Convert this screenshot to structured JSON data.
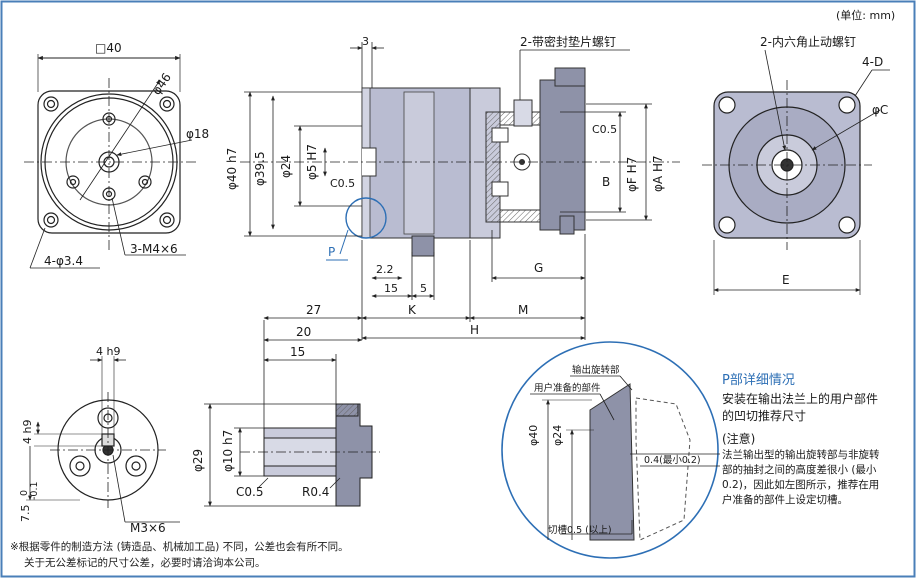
{
  "unit_label": "(单位: mm)",
  "front_view": {
    "square_label": "□40",
    "dia_46": "φ46",
    "dia_18": "φ18",
    "holes_label": "4-φ3.4",
    "thread_label": "3-M4×6"
  },
  "side_view": {
    "dim_3": "3",
    "screw_label": "2-带密封垫片螺钉",
    "dia_40h7": "φ40 h7",
    "dia_39_5": "φ39.5",
    "dia_24": "φ24",
    "dia_5h7": "φ5 H7",
    "c05_inner": "C0.5",
    "c05_outer": "C0.5",
    "dia_F": "φF H7",
    "dia_A": "φA H7",
    "label_B": "B",
    "label_P": "P",
    "dim_2_2": "2.2",
    "dim_15": "15",
    "dim_5": "5",
    "dim_G": "G",
    "dim_27": "27",
    "dim_K": "K",
    "dim_M": "M",
    "dim_H": "H"
  },
  "right_view": {
    "setscrew_label": "2-内六角止动螺钉",
    "holes_D": "4-D",
    "dia_C": "φC",
    "dim_E": "E"
  },
  "shaft_view": {
    "key_4h9_top": "4 h9",
    "key_4h9_side": "4 h9",
    "dim_7_5": "7.5",
    "tol_upper": "0",
    "tol_lower": "-0.1",
    "thread": "M3×6"
  },
  "shaft_side": {
    "dim_20": "20",
    "dim_15": "15",
    "dia_29": "φ29",
    "dia_10h7": "φ10 h7",
    "c05": "C0.5",
    "r04": "R0.4"
  },
  "detail_p": {
    "output_rotating": "输出旋转部",
    "user_part": "用户准备的部件",
    "dia_40": "φ40",
    "dia_24": "φ24",
    "gap": "0.4(最小0.2)",
    "groove": "切槽0.5 (以上)",
    "title": "P部详细情况",
    "desc": "安装在输出法兰上的用户部件的凹切推荐尺寸",
    "caution_title": "(注意)",
    "caution_text": "法兰输出型的输出旋转部与非旋转部的抽封之间的高度差很小 (最小0.2)，因此如左图所示，推荐在用户准备的部件上设定切槽。"
  },
  "footnotes": [
    "※根据零件的制造方法 (铸造品、机械加工品) 不同，公差也会有所不同。",
    "关于无公差标记的尺寸公差，必要时请洽询本公司。"
  ],
  "colors": {
    "frame": "#4a7fb8",
    "accent": "#2d6fb5",
    "part_fill": "#b9bcd1",
    "part_dark": "#8e92a8"
  }
}
